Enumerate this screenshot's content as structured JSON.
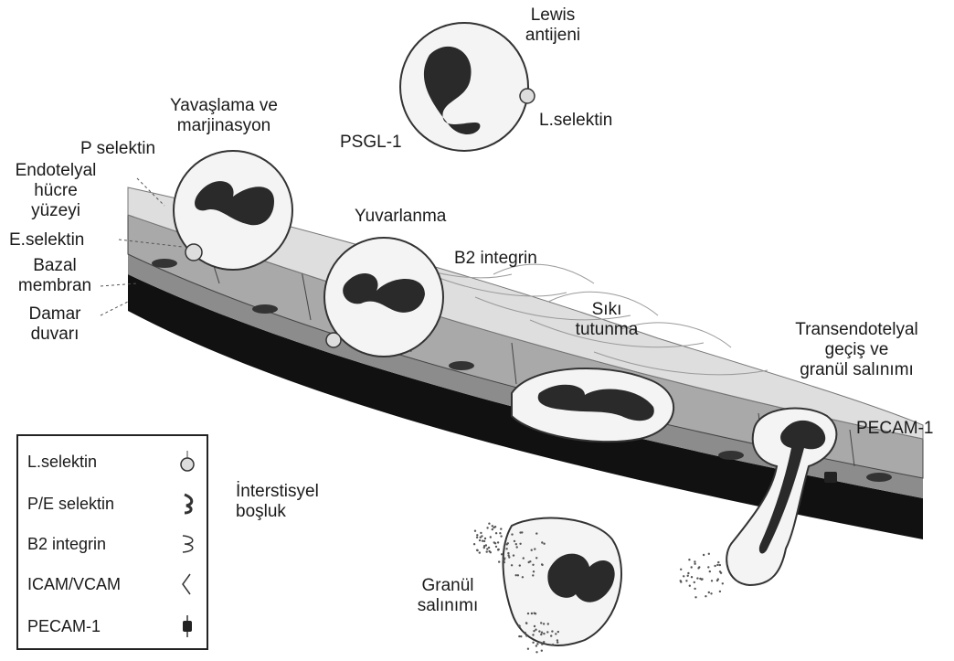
{
  "labels": {
    "lewis": "Lewis\nantijeni",
    "l_selektin_top": "L.selektin",
    "psgl1": "PSGL-1",
    "yavaslama": "Yavaşlama ve\nmarjinasyon",
    "p_selektin": "P selektin",
    "endotelyal": "Endotelyal\nhücre\nyüzeyi",
    "e_selektin": "E.selektin",
    "bazal": "Bazal\nmembran",
    "damar": "Damar\nduvarı",
    "yuvarlanma": "Yuvarlanma",
    "b2_integrin": "B2 integrin",
    "siki": "Sıkı\ntutunma",
    "transendotelyal": "Transendotelyal\ngeçiş ve\ngranül salınımı",
    "pecam": "PECAM-1",
    "interstisyel": "İnterstisyel\nboşluk",
    "granul": "Granül\nsalınımı"
  },
  "legend": [
    {
      "label": "L.selektin",
      "icon": "l-selektin-symbol"
    },
    {
      "label": "P/E selektin",
      "icon": "pe-selektin-symbol"
    },
    {
      "label": "B2 integrin",
      "icon": "b2-integrin-symbol"
    },
    {
      "label": "ICAM/VCAM",
      "icon": "icam-vcam-symbol"
    },
    {
      "label": "PECAM-1",
      "icon": "pecam-symbol"
    }
  ],
  "colors": {
    "vessel_wall": "#111111",
    "basement_membrane": "#8a8a8a",
    "endothelium_dark": "#a9a9a9",
    "endothelium_light": "#d9d9d9",
    "cell_outline": "#333333",
    "nucleus": "#2a2a2a",
    "cytoplasm": "#f4f4f4"
  }
}
